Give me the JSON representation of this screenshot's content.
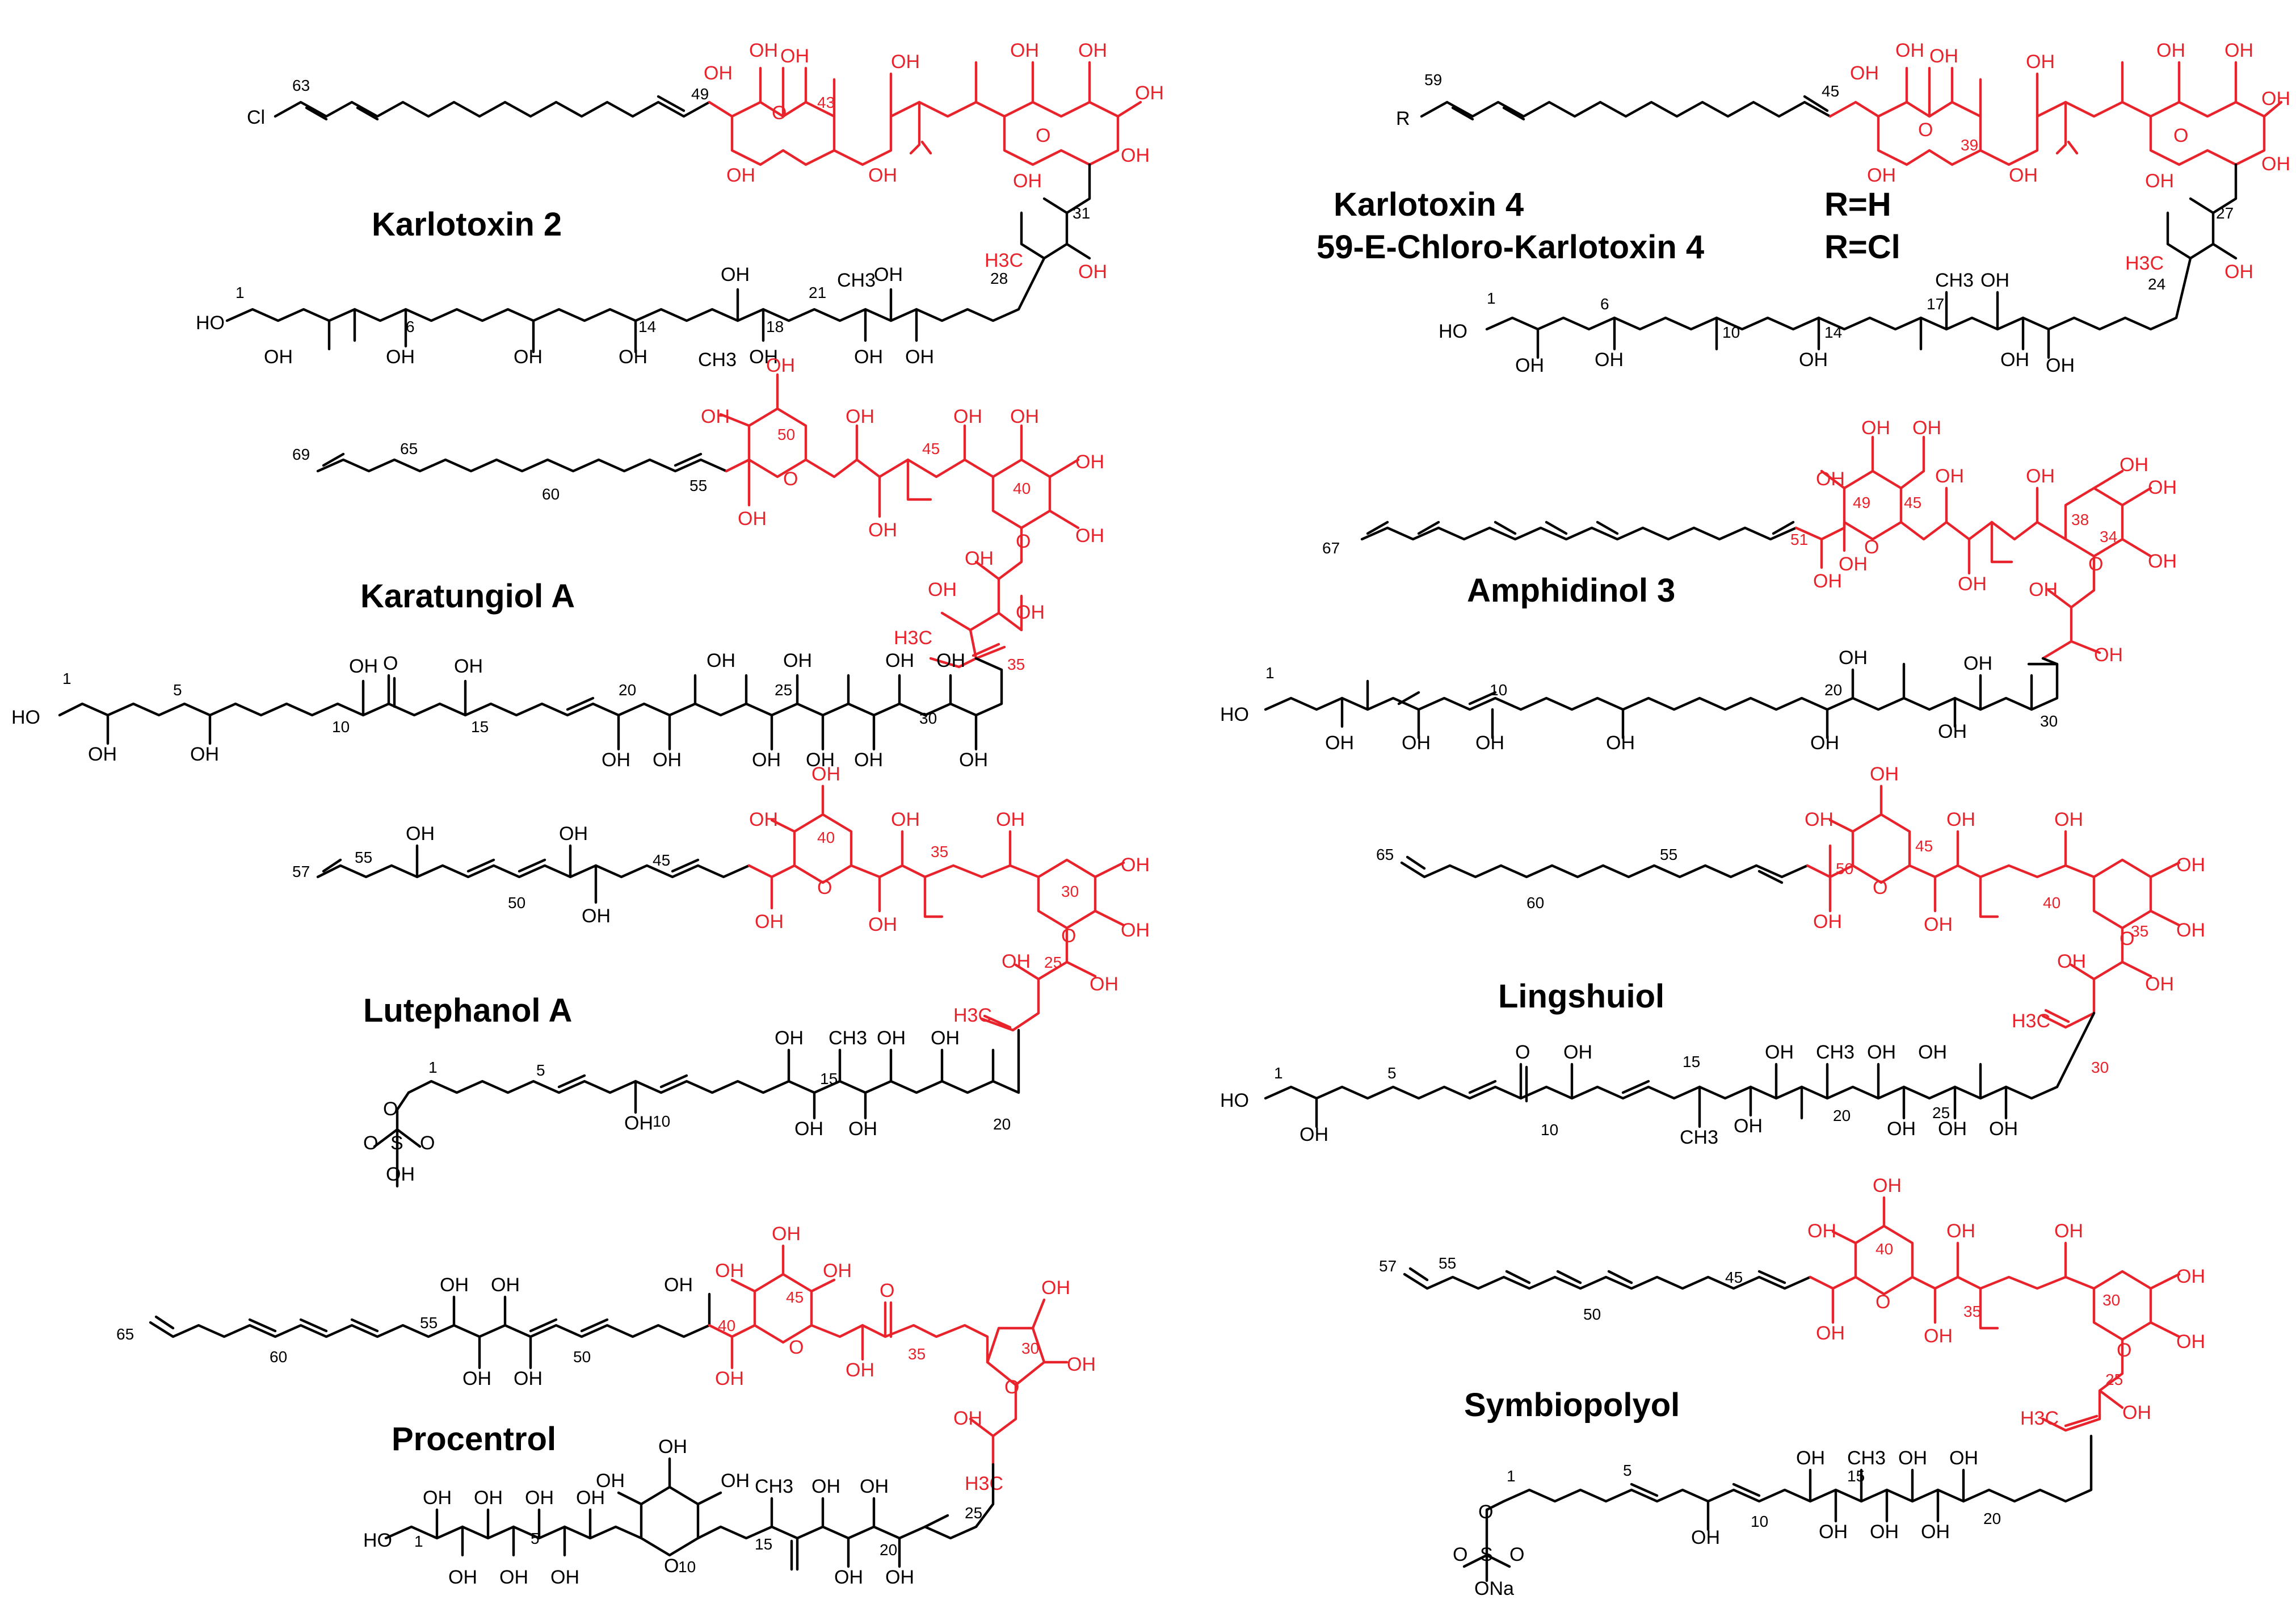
{
  "colors": {
    "skeleton": "#000000",
    "highlight": "#e8232b",
    "background": "#ffffff"
  },
  "compounds": [
    {
      "name": "Karlotoxin 2"
    },
    {
      "name": "Karlotoxin 4"
    },
    {
      "name": "Karatungiol A"
    },
    {
      "name": "Amphidinol 3"
    },
    {
      "name": "Lutephanol A"
    },
    {
      "name": "Lingshuiol"
    },
    {
      "name": "Procentrol"
    },
    {
      "name": "Symbiopolyol"
    }
  ],
  "variant_labels": {
    "karlotoxin4_chloro": "59-E-Chloro-Karlotoxin 4",
    "r_h": "R=H",
    "r_cl": "R=Cl"
  },
  "atoms": {
    "oh": "OH",
    "o": "O",
    "h": "H",
    "cl": "Cl",
    "r": "R",
    "ch3": "CH3",
    "h3c": "H3C",
    "ona": "ONa",
    "s": "S",
    "ho": "HO"
  },
  "locants": {
    "kmx2": [
      "63",
      "49",
      "43",
      "31",
      "28",
      "21",
      "18",
      "14",
      "6",
      "1"
    ],
    "kmx4": [
      "59",
      "45",
      "39",
      "27",
      "24",
      "17",
      "14",
      "10",
      "6",
      "1"
    ],
    "karatungiol": [
      "69",
      "65",
      "60",
      "55",
      "50",
      "45",
      "40",
      "35",
      "30",
      "25",
      "20",
      "15",
      "10",
      "5",
      "1"
    ],
    "amphidinol": [
      "67",
      "51",
      "49",
      "45",
      "38",
      "34",
      "30",
      "20",
      "10",
      "1"
    ],
    "lutephanol": [
      "57",
      "55",
      "50",
      "45",
      "40",
      "35",
      "30",
      "25",
      "20",
      "15",
      "10",
      "5",
      "1"
    ],
    "lingshuiol": [
      "65",
      "60",
      "55",
      "50",
      "45",
      "40",
      "35",
      "30",
      "25",
      "20",
      "15",
      "10",
      "5",
      "1"
    ],
    "procentrol": [
      "65",
      "60",
      "55",
      "50",
      "45",
      "40",
      "35",
      "30",
      "25",
      "20",
      "15",
      "10",
      "5",
      "1"
    ],
    "symbiopolyol": [
      "57",
      "55",
      "50",
      "45",
      "40",
      "35",
      "30",
      "25",
      "20",
      "15",
      "10",
      "5",
      "1"
    ]
  }
}
